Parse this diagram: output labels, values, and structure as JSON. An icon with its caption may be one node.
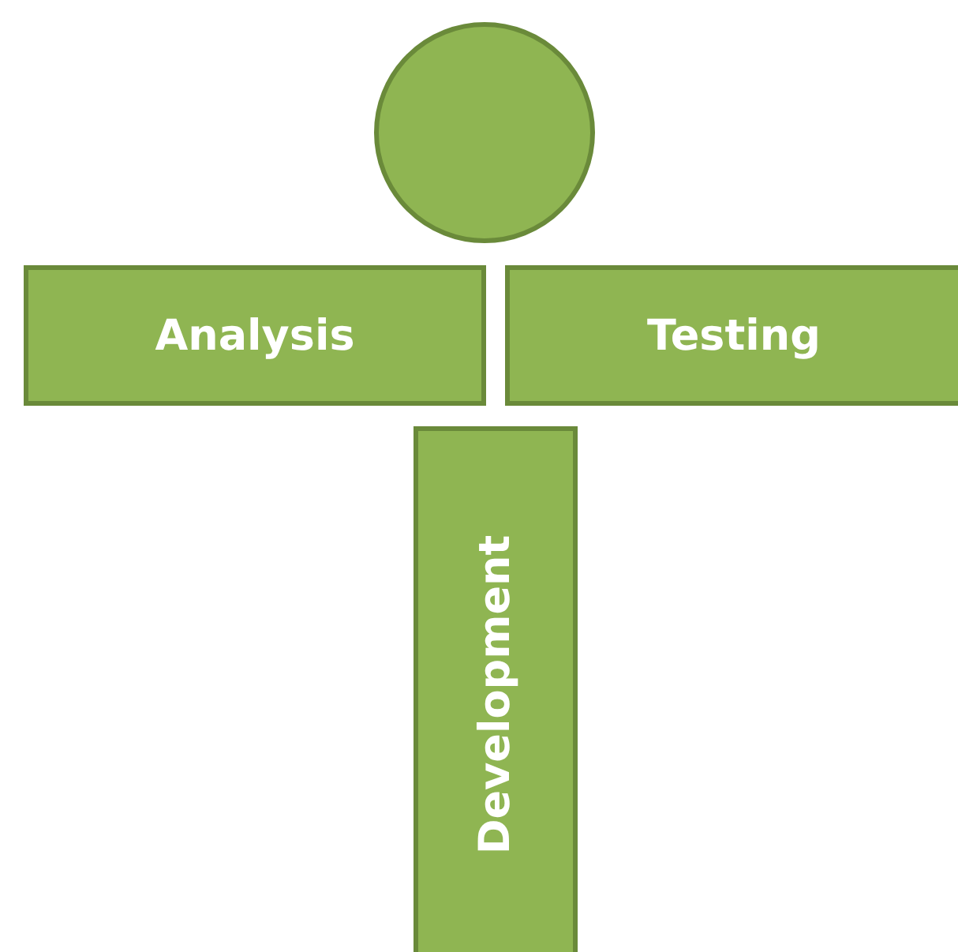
{
  "diagram": {
    "nodes": [
      {
        "text": [],
        "shape": "circle"
      },
      {
        "text": [
          "Analysis"
        ]
      },
      {
        "text": [
          "Testing"
        ]
      },
      {
        "text": [
          "Development"
        ]
      }
    ]
  }
}
